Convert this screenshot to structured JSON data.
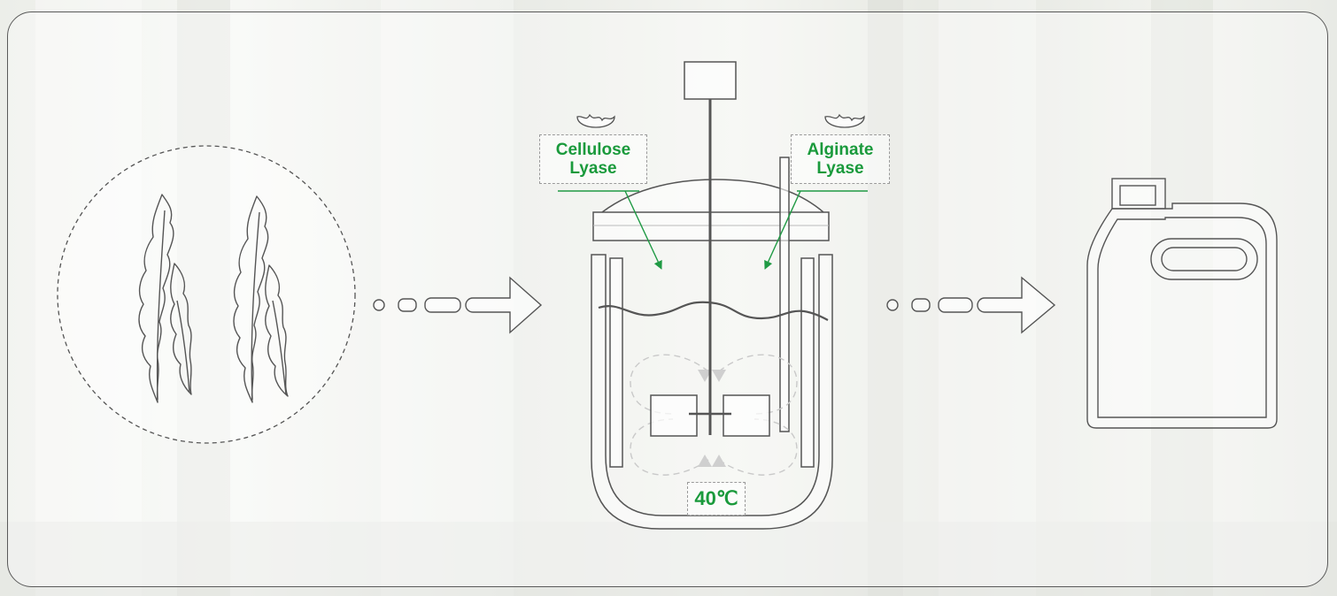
{
  "labels": {
    "enzyme_left": {
      "line1": "Cellulose",
      "line2": "Lyase"
    },
    "enzyme_right": {
      "line1": "Alginate",
      "line2": "Lyase"
    },
    "temperature": "40℃"
  },
  "colors": {
    "label_text": "#1a9a3c",
    "arrow_green": "#1f9a44",
    "line": "#555555",
    "dashed_border": "#9a9a9a"
  },
  "icons": [
    "seaweed-icon",
    "enzyme-icon",
    "reactor-icon",
    "canister-icon",
    "flow-arrow-icon",
    "circulation-arrow-icon"
  ]
}
